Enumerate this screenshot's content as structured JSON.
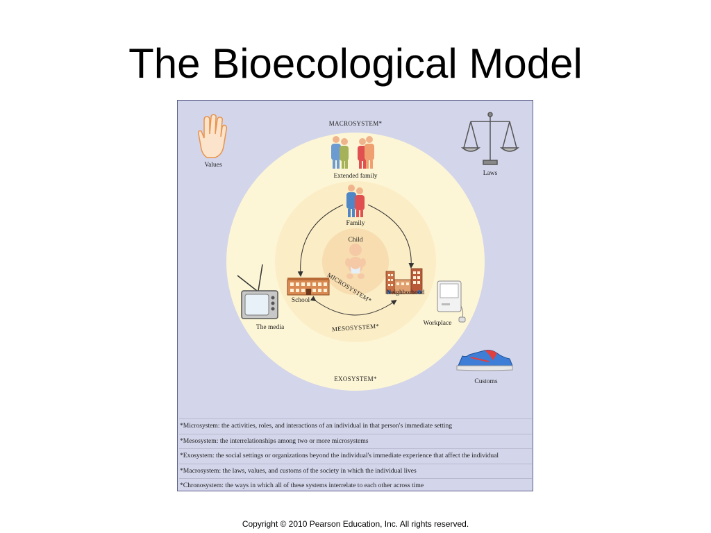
{
  "title": "The Bioecological Model",
  "labels": {
    "macrosystem": "MACROSYSTEM*",
    "exosystem": "EXOSYSTEM*",
    "mesosystem": "MESOSYSTEM*",
    "microsystem": "MICROSYSTEM*",
    "child": "Child",
    "family": "Family",
    "extended_family": "Extended family",
    "school": "School",
    "neighborhood": "Neighborhood",
    "the_media": "The media",
    "workplace": "Workplace",
    "values": "Values",
    "laws": "Laws",
    "customs": "Customs"
  },
  "definitions": [
    "*Microsystem: the activities, roles, and interactions of an individual in that person's immediate setting",
    "*Mesosystem: the interrelationships among two or more microsystems",
    "*Exosystem: the social settings or organizations beyond the individual's immediate experience that affect the individual",
    "*Macrosystem: the laws, values, and customs of the society in which the individual lives",
    "*Chronosystem: the ways in which all of these systems interrelate to each other across time"
  ],
  "footer": "Copyright © 2010 Pearson Education, Inc. All rights reserved.",
  "colors": {
    "background": "#d3d5ea",
    "exosystem_ring": "#fdf6d6",
    "mesosystem_ring": "#fbedc5",
    "microsystem_ring": "#f7ddb0"
  },
  "icons": [
    "hand-icon",
    "scales-icon",
    "tv-icon",
    "computer-icon",
    "shoe-icon",
    "people-icon",
    "building-icon",
    "baby-icon"
  ]
}
